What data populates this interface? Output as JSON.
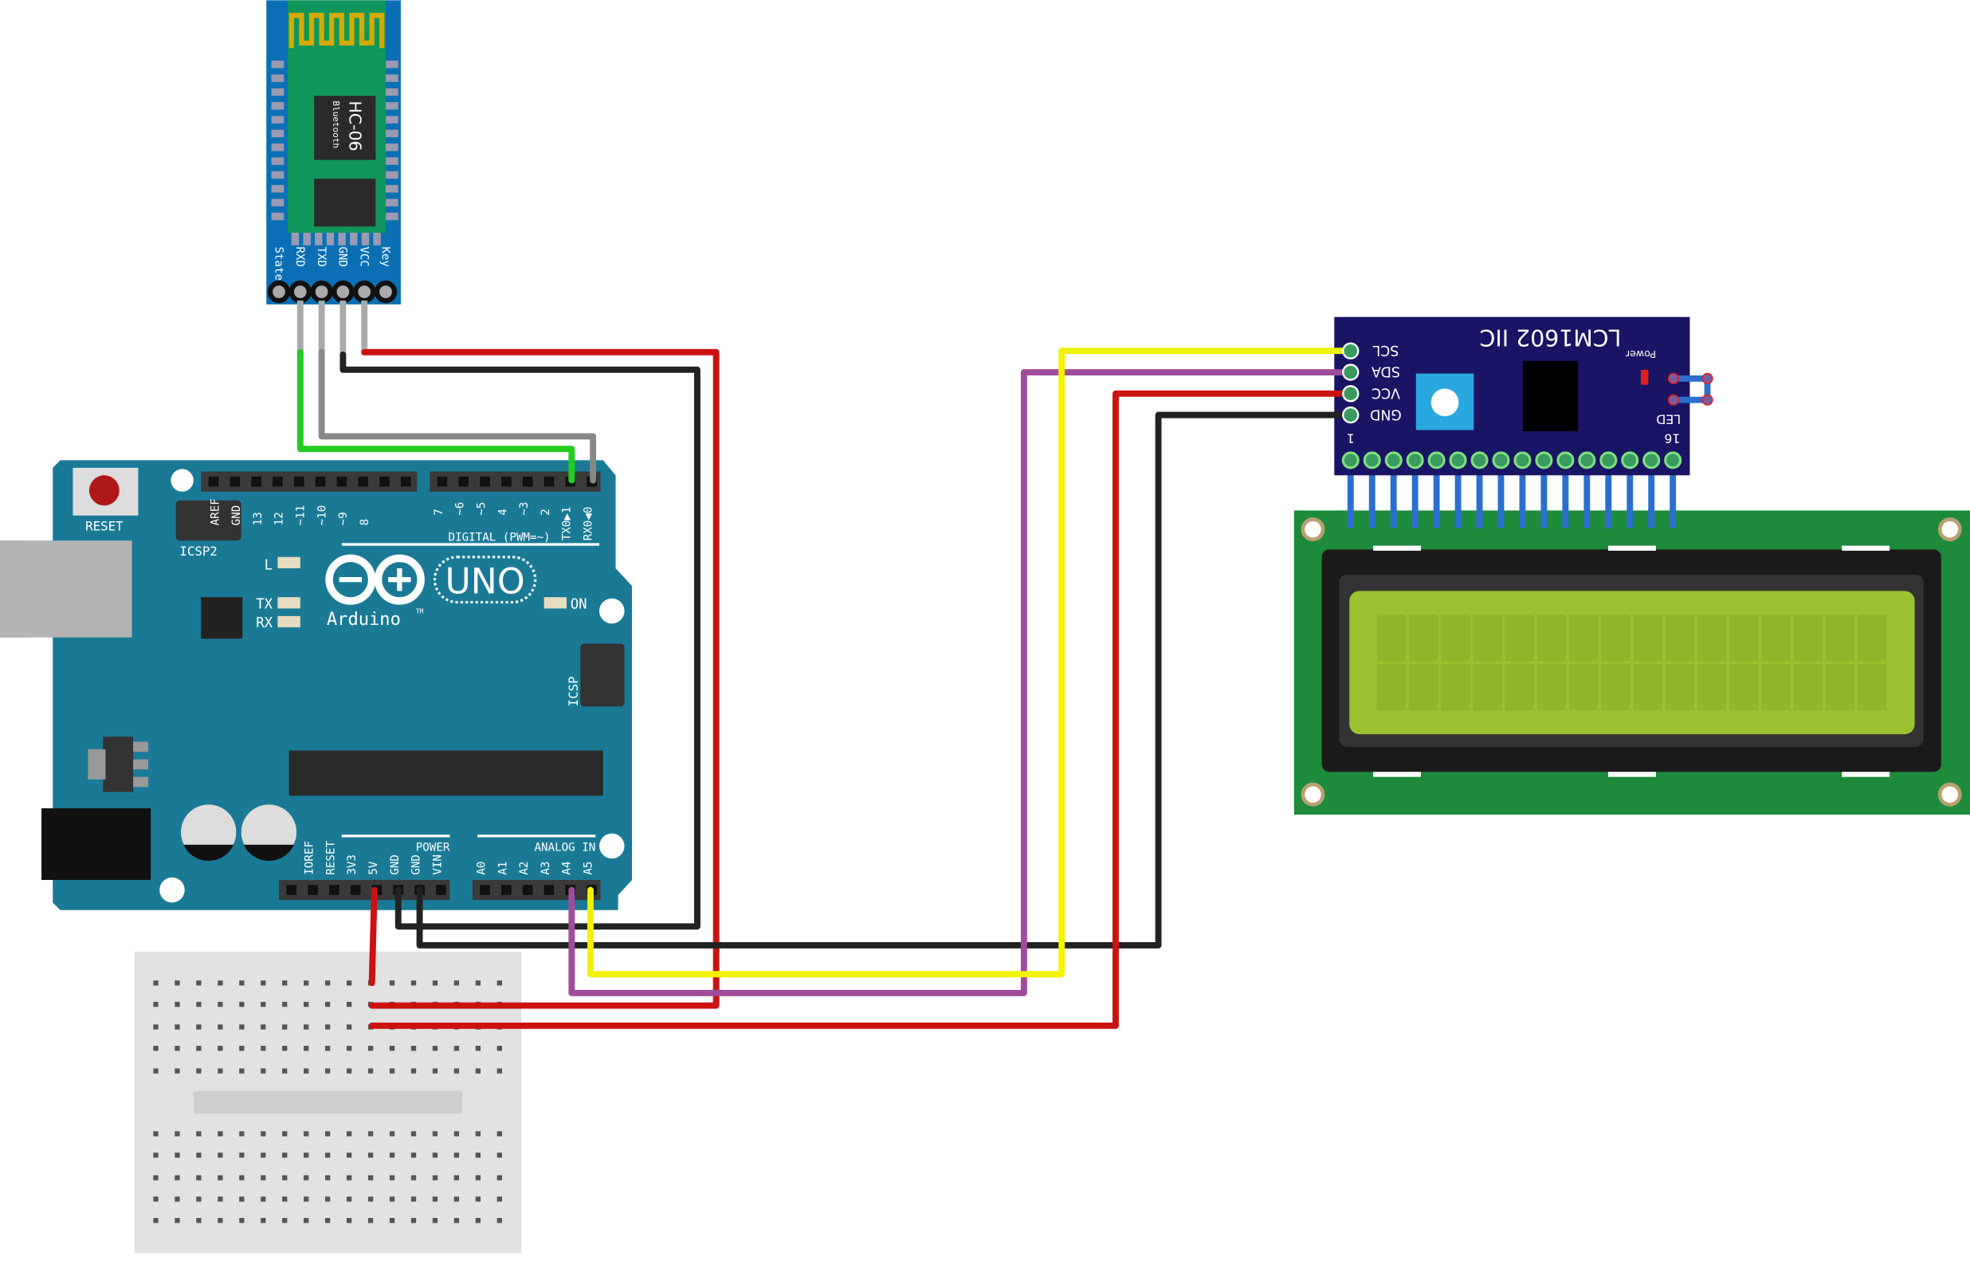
{
  "hc06": {
    "title": "HC-06",
    "subtitle": "Bluetooth",
    "pins": [
      "State",
      "RXD",
      "TXD",
      "GND",
      "VCC",
      "Key"
    ]
  },
  "arduino": {
    "reset": "RESET",
    "icsp2": "ICSP2",
    "icsp": "ICSP",
    "brand": "Arduino",
    "tm": "TM",
    "model": "UNO",
    "led_l": "L",
    "led_tx": "TX",
    "led_rx": "RX",
    "led_on": "ON",
    "digital_label": "DIGITAL (PWM=~)",
    "digital_pins_left": [
      "AREF",
      "GND",
      "13",
      "12",
      "~11",
      "~10",
      "~9",
      "8"
    ],
    "digital_pins_right": [
      "7",
      "~6",
      "~5",
      "4",
      "~3",
      "2",
      "TX0▶1",
      "RX0◀0"
    ],
    "power_label": "POWER",
    "power_pins": [
      "IOREF",
      "RESET",
      "3V3",
      "5V",
      "GND",
      "GND",
      "VIN"
    ],
    "analog_label": "ANALOG IN",
    "analog_pins": [
      "A0",
      "A1",
      "A2",
      "A3",
      "A4",
      "A5"
    ]
  },
  "i2c": {
    "title": "LCM1602 IIC",
    "power": "Power",
    "pins": [
      "SCL",
      "SDA",
      "VCC",
      "GND"
    ],
    "led": "LED",
    "pin_first": "1",
    "pin_last": "16"
  },
  "colors": {
    "arduino": "#1a7a96",
    "hc06_board": "#0a6fb4",
    "hc06_module": "#10965a",
    "i2c_board": "#1a1464",
    "lcd_pcb": "#1e8a3c",
    "lcd_screen": "#9ac130",
    "wire_red": "#cc1111",
    "wire_black": "#222222",
    "wire_green": "#22cc22",
    "wire_grey": "#888888",
    "wire_purple": "#a04c9c",
    "wire_yellow": "#f2f200"
  }
}
